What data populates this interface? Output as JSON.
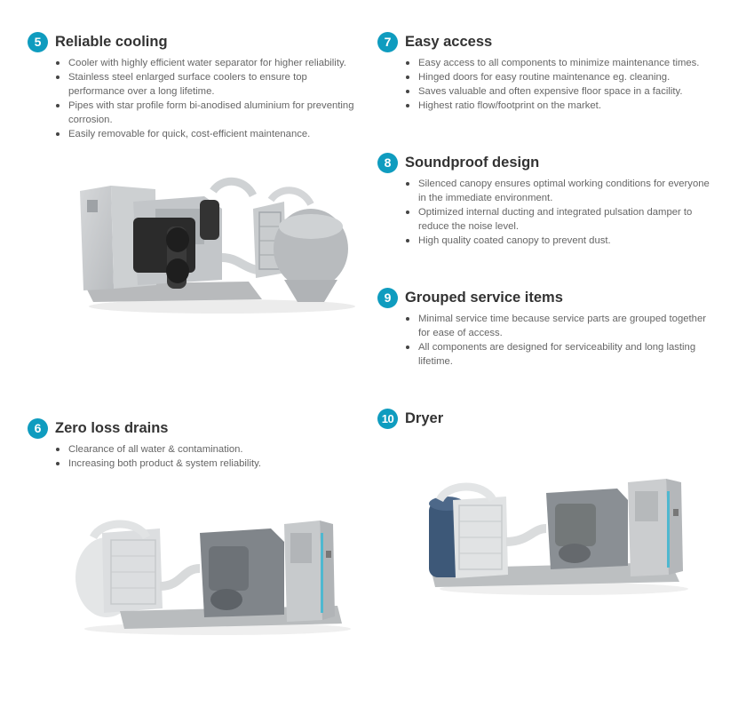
{
  "sections": [
    {
      "number": "5",
      "title": "Reliable cooling",
      "bullets": [
        "Cooler with highly efficient water separator for higher reliability.",
        "Stainless steel enlarged surface coolers to ensure top performance over a long lifetime.",
        "Pipes with star profile form bi-anodised aluminium for preventing corrosion.",
        "Easily removable for quick, cost-efficient maintenance."
      ]
    },
    {
      "number": "6",
      "title": "Zero loss drains",
      "bullets": [
        "Clearance of all water & contamination.",
        "Increasing both product & system reliability."
      ]
    },
    {
      "number": "7",
      "title": "Easy access",
      "bullets": [
        "Easy access to all components to minimize maintenance times.",
        "Hinged doors for easy routine maintenance eg. cleaning.",
        "Saves valuable and often expensive floor space in a facility.",
        "Highest ratio flow/footprint on the market."
      ]
    },
    {
      "number": "8",
      "title": "Soundproof design",
      "bullets": [
        "Silenced canopy ensures optimal working conditions for everyone in the immediate environment.",
        "Optimized internal ducting and integrated pulsation damper to reduce the noise level.",
        "High quality coated canopy to prevent dust."
      ]
    },
    {
      "number": "9",
      "title": "Grouped service items",
      "bullets": [
        "Minimal service time because service parts are grouped together for ease of access.",
        "All components are designed for serviceability and long lasting lifetime."
      ]
    },
    {
      "number": "10",
      "title": "Dryer",
      "bullets": []
    }
  ],
  "colors": {
    "accent": "#0f9cbf",
    "highlight_dark": "#2b2b2b",
    "highlight_blue": "#3d5878",
    "machine_grey": "#c7c9cb"
  }
}
